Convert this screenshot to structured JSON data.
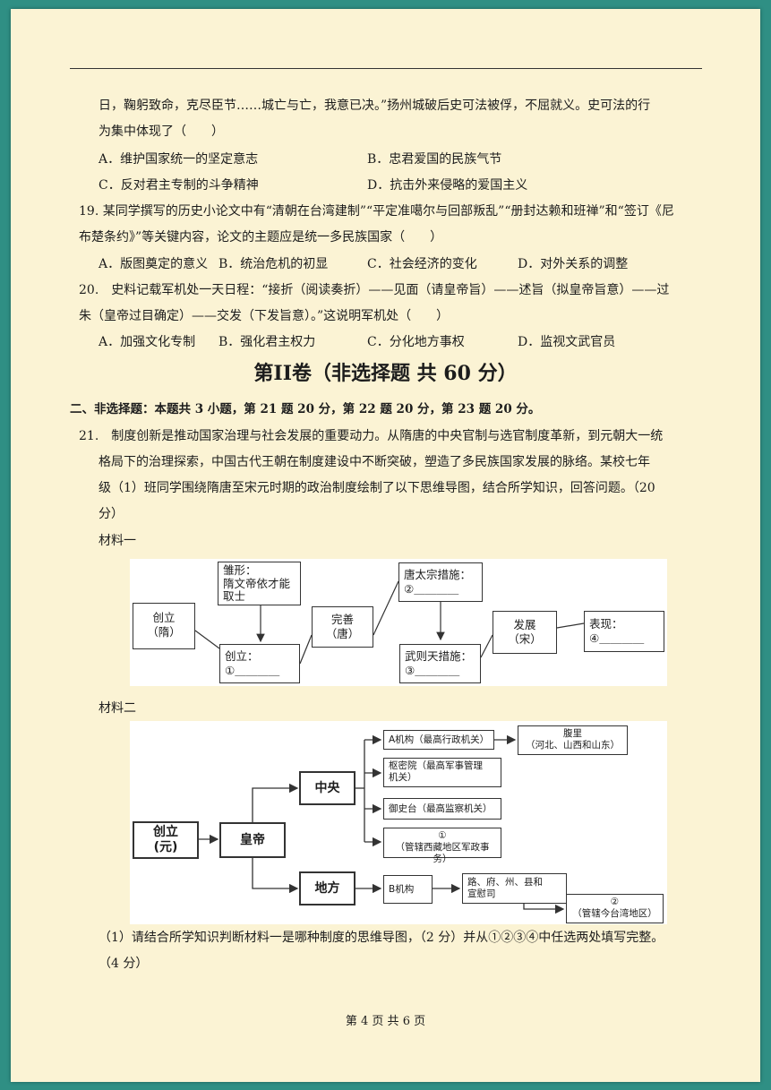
{
  "q18": {
    "line1": "日，鞠躬致命，克尽臣节……城亡与亡，我意已决。”扬州城破后史可法被俘，不屈就义。史可法的行",
    "line2": "为集中体现了（　　）",
    "optA": "A．维护国家统一的坚定意志",
    "optB": "B．忠君爱国的民族气节",
    "optC": "C．反对君主专制的斗争精神",
    "optD": "D．抗击外来侵略的爱国主义"
  },
  "q19": {
    "line1": "19. 某同学撰写的历史小论文中有“清朝在台湾建制”“平定准噶尔与回部叛乱”“册封达赖和班禅”和“签订《尼",
    "line2": "布楚条约》”等关键内容，论文的主题应是统一多民族国家（　　）",
    "optA": "A．版图奠定的意义",
    "optB": "B．统治危机的初显",
    "optC": "C．社会经济的变化",
    "optD": "D．对外关系的调整"
  },
  "q20": {
    "line1": "20.　史料记载军机处一天日程：“接折（阅读奏折）——见面（请皇帝旨）——述旨（拟皇帝旨意）——过",
    "line2": "朱（皇帝过目确定）——交发（下发旨意）。”这说明军机处（　　）",
    "optA": "A．加强文化专制",
    "optB": "B．强化君主权力",
    "optC": "C．分化地方事权",
    "optD": "D．监视文武官员"
  },
  "section_title": "第II卷（非选择题  共 60 分）",
  "section_intro": "二、非选择题：本题共 3 小题，第 21 题 20 分，第 22 题 20 分，第 23 题 20 分。",
  "q21": {
    "line1": "21.　制度创新是推动国家治理与社会发展的重要动力。从隋唐的中央官制与选官制度革新，到元朝大一统",
    "line2": "格局下的治理探索，中国古代王朝在制度建设中不断突破，塑造了多民族国家发展的脉络。某校七年",
    "line3": "级（1）班同学围绕隋唐至宋元时期的政治制度绘制了以下思维导图，结合所学知识，回答问题。（20",
    "line4": "分）"
  },
  "material1": {
    "label": "材料一",
    "chuangli_sui": [
      "创立",
      "（隋）"
    ],
    "chuxing": [
      "雏形：",
      "隋文帝依才能",
      "取士"
    ],
    "chuangli_blank": [
      "创立：",
      "①＿＿＿＿"
    ],
    "wanshan": [
      "完善",
      "（唐）"
    ],
    "taizong": [
      "唐太宗措施：",
      "②＿＿＿＿"
    ],
    "wuzetian": [
      "武则天措施：",
      "③＿＿＿＿"
    ],
    "fazhan": [
      "发展",
      "（宋）"
    ],
    "biaoxian": [
      "表现：",
      "④＿＿＿＿"
    ]
  },
  "material2": {
    "label": "材料二",
    "chuangli_yuan": [
      "创立",
      "(元)"
    ],
    "huangdi": "皇帝",
    "zhongyang": "中央",
    "difang": "地方",
    "a_jigou": "A机构（最高行政机关）",
    "fuli": [
      "腹里",
      "（河北、山西和山东）"
    ],
    "shumiyuan": [
      "枢密院（最高军事管理",
      "机关）"
    ],
    "yushitai": "御史台（最高监察机关）",
    "tibet": [
      "①",
      "（管辖西藏地区军政事务）"
    ],
    "b_jigou": "B机构",
    "lufu": [
      "路、府、州、县和",
      "宣慰司"
    ],
    "taiwan": [
      "②",
      "（管辖今台湾地区）"
    ]
  },
  "sub1": {
    "line1": "（1）请结合所学知识判断材料一是哪种制度的思维导图，（2 分）并从①②③④中任选两处填写完整。",
    "line2": "（4 分）"
  },
  "footer": "第 4 页 共 6 页"
}
